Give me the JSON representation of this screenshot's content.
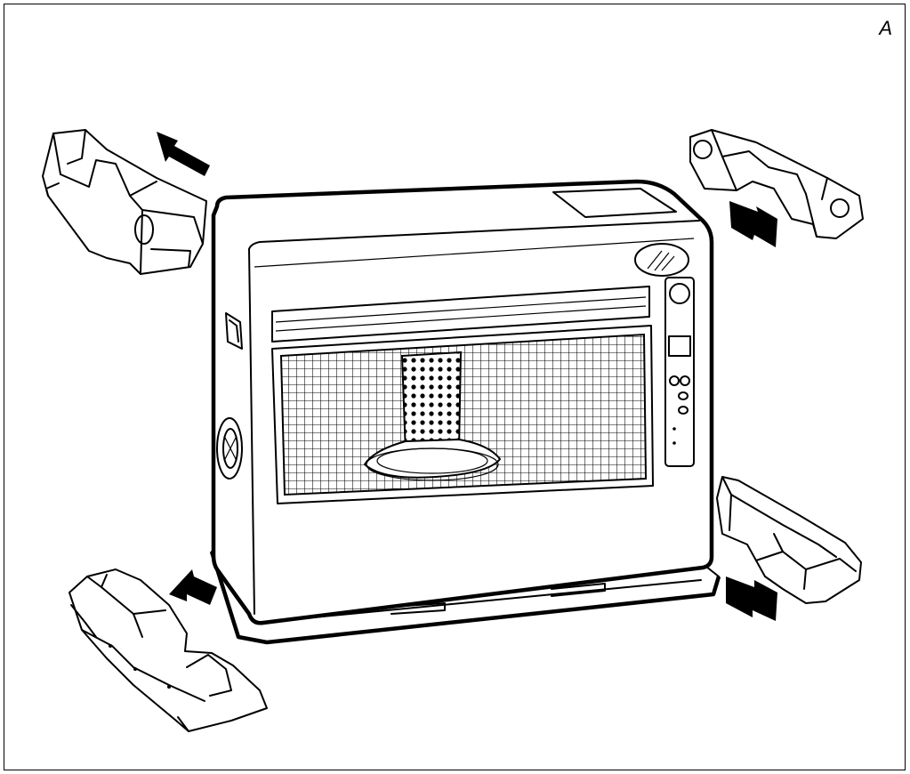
{
  "figure": {
    "label": "A",
    "colors": {
      "line": "#000000",
      "background": "#ffffff"
    },
    "parts": [
      {
        "id": "heater-body"
      },
      {
        "id": "packing-block-top-left",
        "arrow_direction": "up-left"
      },
      {
        "id": "packing-block-top-right",
        "arrow_direction": "up-right"
      },
      {
        "id": "packing-block-bottom-left",
        "arrow_direction": "down-left"
      },
      {
        "id": "packing-block-bottom-right",
        "arrow_direction": "down-right"
      }
    ]
  }
}
